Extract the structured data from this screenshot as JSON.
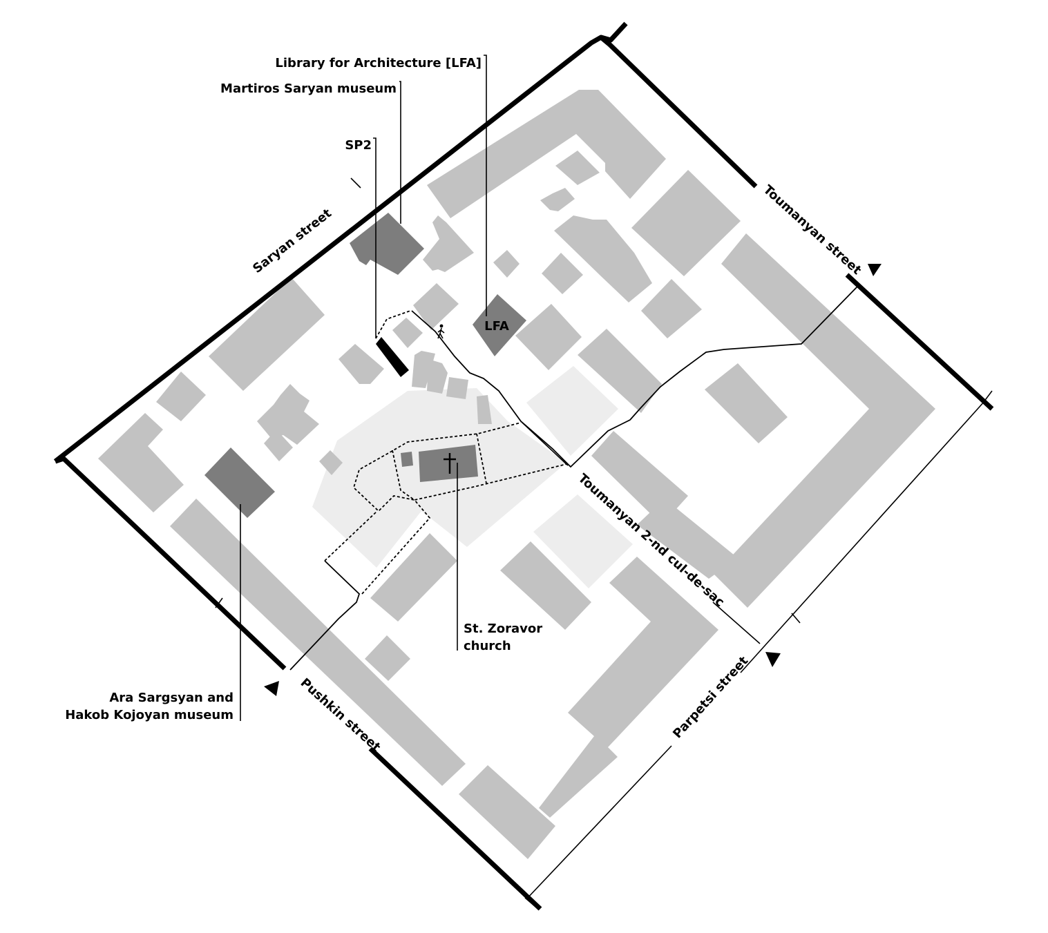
{
  "map": {
    "colors": {
      "building": "#c2c2c2",
      "highlight_building": "#7d7d7d",
      "sp2_building": "#000000",
      "plaza": "#ededed",
      "street": "#000000",
      "background": "#ffffff"
    },
    "labels": {
      "lfa_full": "Library for Architecture [LFA]",
      "saryan_museum": "Martiros Saryan museum",
      "sp2": "SP2",
      "lfa_short": "LFA",
      "zoravor_line1": "St. Zoravor",
      "zoravor_line2": "church",
      "ara_line1": "Ara Sargsyan and",
      "ara_line2": "Hakob Kojoyan museum"
    },
    "streets": {
      "saryan": "Saryan street",
      "toumanyan": "Toumanyan street",
      "toumanyan_cul": "Toumanyan 2-nd cul-de-sac",
      "pushkin": "Pushkin street",
      "parpetsi": "Parpetsi street"
    },
    "icons": {
      "church": "cross-icon",
      "pedestrian": "pedestrian-icon",
      "entrance": "entrance-arrow-icon"
    }
  }
}
